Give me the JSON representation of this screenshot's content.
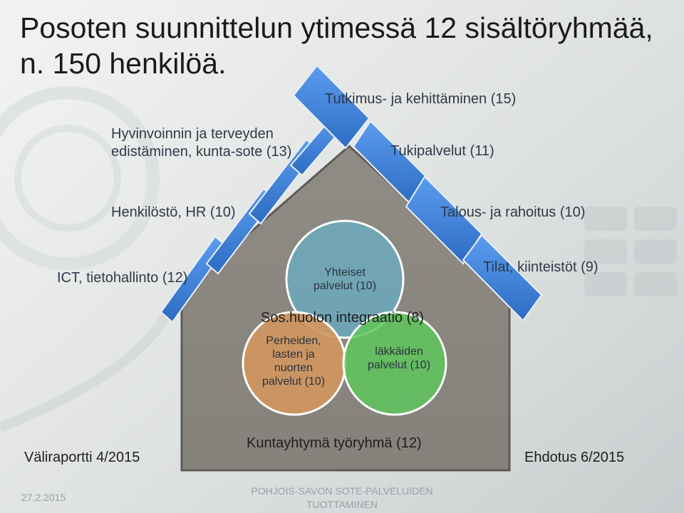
{
  "title": {
    "line1": "Posoten suunnittelun ytimessä 12 sisältöryhmää,",
    "line2": "n. 150 henkilöä."
  },
  "roof_groups": {
    "tutkimus": "Tutkimus- ja kehittäminen (15)",
    "hyvinvointi_line1": "Hyvinvoinnin ja terveyden",
    "hyvinvointi_line2": "edistäminen, kunta-sote (13)",
    "tukipalvelut": "Tukipalvelut (11)",
    "henkilosto": "Henkilöstö, HR (10)",
    "talous": "Talous- ja rahoitus (10)",
    "ict": "ICT, tietohallinto (12)",
    "tilat": "Tilat, kiinteistöt (9)"
  },
  "circles": {
    "yhteiset_line1": "Yhteiset",
    "yhteiset_line2": "palvelut (10)",
    "integraatio": "Sos.huolon integraatio (8)",
    "perheiden_line1": "Perheiden,",
    "perheiden_line2": "lasten ja",
    "perheiden_line3": "nuorten",
    "perheiden_line4": "palvelut (10)",
    "laakkaiden_line1": "läkkäiden",
    "laakkaiden_line2": "palvelut (10)"
  },
  "bottom": {
    "kuntayhtyma": "Kuntayhtymä työryhmä (12)",
    "valiraportti": "Väliraportti 4/2015",
    "ehdotus": "Ehdotus 6/2015"
  },
  "footer": {
    "date": "27.2.2015",
    "org_line1": "POHJOIS-SAVON SOTE-PALVELUIDEN",
    "org_line2": "TUOTTAMINEN"
  },
  "colors": {
    "house_fill": "#8e8a84",
    "roof_tile": "#3a7fd5",
    "circle_blue": "#6fa7b7",
    "circle_orange": "#cf9760",
    "circle_green": "#5fc65c"
  }
}
